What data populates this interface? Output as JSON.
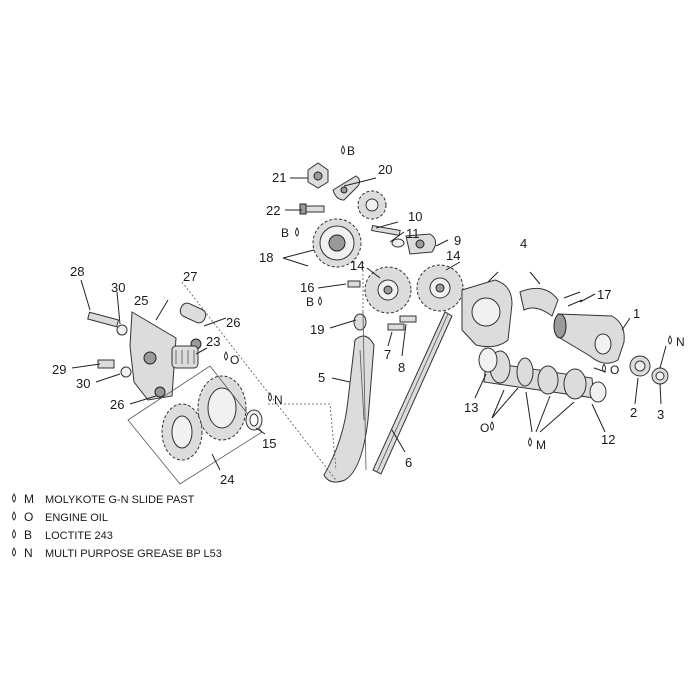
{
  "callouts": {
    "c1": "1",
    "c2": "2",
    "c3": "3",
    "c4": "4",
    "c5": "5",
    "c6": "6",
    "c7": "7",
    "c8": "8",
    "c9": "9",
    "c10": "10",
    "c11": "11",
    "c12": "12",
    "c13": "13",
    "c14a": "14",
    "c14b": "14",
    "c15": "15",
    "c16": "16",
    "c17": "17",
    "c18": "18",
    "c19": "19",
    "c20": "20",
    "c21": "21",
    "c22": "22",
    "c23": "23",
    "c24": "24",
    "c25": "25",
    "c26a": "26",
    "c26b": "26",
    "c27": "27",
    "c28": "28",
    "c29": "29",
    "c30a": "30",
    "c30b": "30"
  },
  "symbols": {
    "s_b_top": "B",
    "s_b_22": "B",
    "s_b_16": "B",
    "s_o_23": "O",
    "s_n_15": "N",
    "s_o_cam": "O",
    "s_o_bear": "O",
    "s_m_cam": "M",
    "s_n_bear": "N"
  },
  "legend": [
    {
      "code": "M",
      "text": "MOLYKOTE G-N SLIDE PAST"
    },
    {
      "code": "O",
      "text": "ENGINE OIL"
    },
    {
      "code": "B",
      "text": "LOCTITE 243"
    },
    {
      "code": "N",
      "text": "MULTI PURPOSE GREASE BP L53"
    }
  ]
}
